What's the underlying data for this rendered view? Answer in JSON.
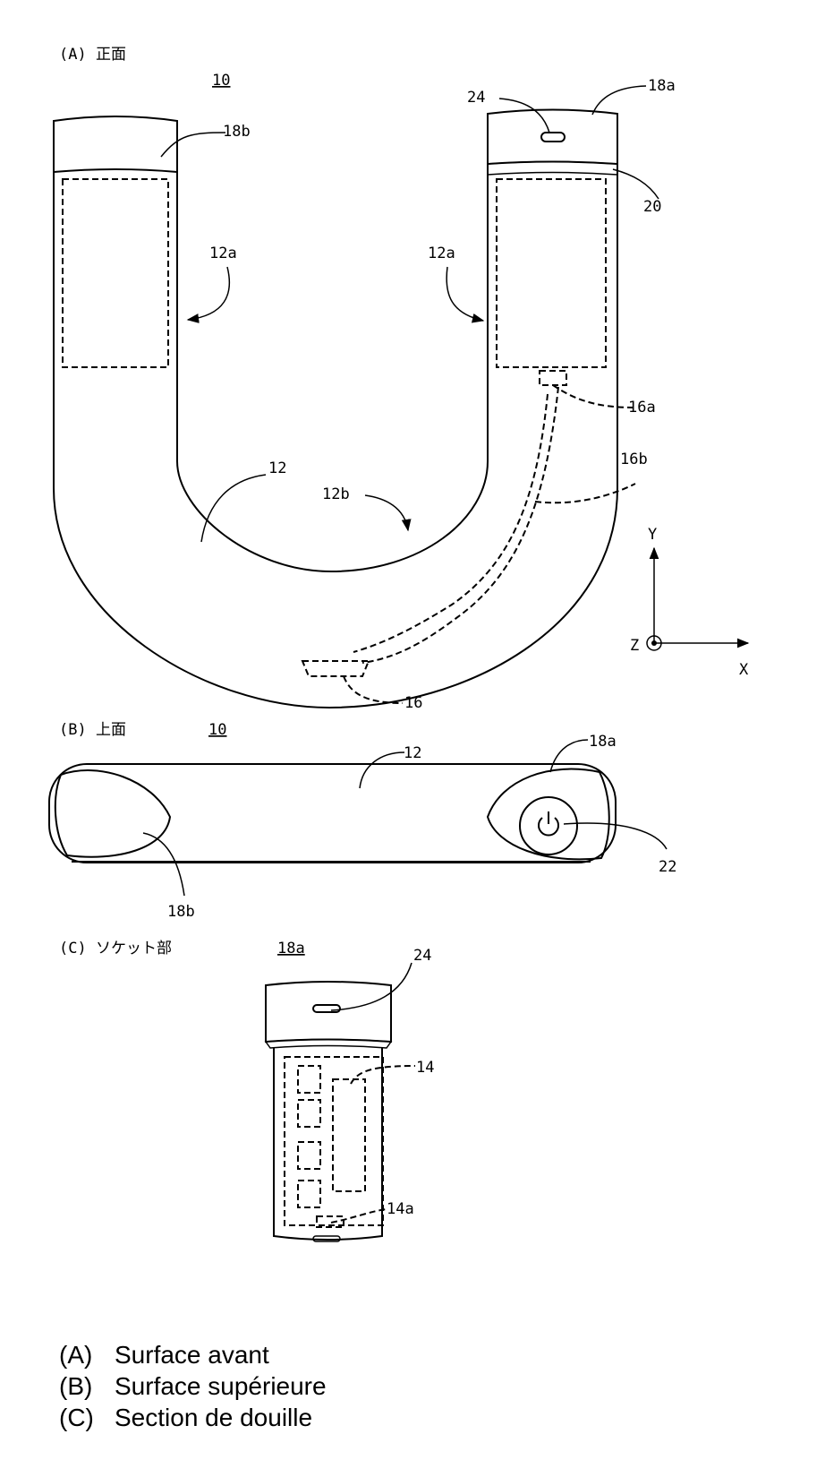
{
  "views": {
    "A": {
      "title": "(A)  正面",
      "ref": "10"
    },
    "B": {
      "title": "(B)  上面",
      "ref": "10"
    },
    "C": {
      "title": "(C)  ソケット部",
      "ref": "18a"
    }
  },
  "labels": {
    "l10": "10",
    "l12": "12",
    "l12a": "12a",
    "l12b": "12b",
    "l14": "14",
    "l14a": "14a",
    "l16": "16",
    "l16a": "16a",
    "l16b": "16b",
    "l18a": "18a",
    "l18b": "18b",
    "l20": "20",
    "l22": "22",
    "l24": "24"
  },
  "axes": {
    "x": "X",
    "y": "Y",
    "z": "Z"
  },
  "legend": [
    {
      "key": "(A)",
      "text": "Surface avant"
    },
    {
      "key": "(B)",
      "text": "Surface supérieure"
    },
    {
      "key": "(C)",
      "text": "Section de douille"
    }
  ]
}
